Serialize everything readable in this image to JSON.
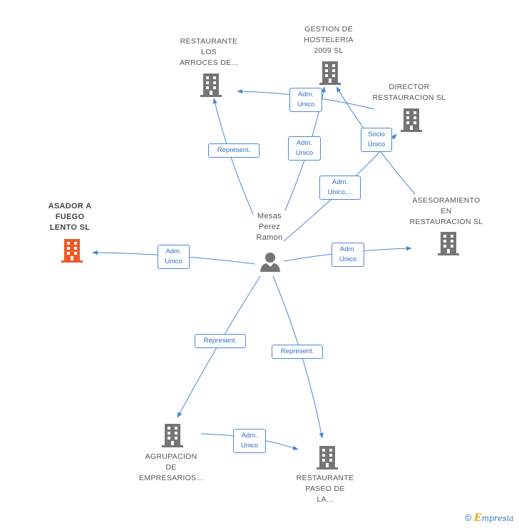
{
  "colors": {
    "edge": "#4a87d8",
    "company_icon": "#757575",
    "focus_icon": "#f05a28",
    "person_icon": "#757575",
    "label": "#555555"
  },
  "person": {
    "lines": [
      "Mesas",
      "Perez",
      "Ramon"
    ]
  },
  "companies": {
    "asador": {
      "lines": [
        "ASADOR A",
        "FUEGO",
        "LENTO SL"
      ]
    },
    "restaurante_arroces": {
      "lines": [
        "RESTAURANTE",
        "LOS",
        "ARROCES DE..."
      ]
    },
    "gestion": {
      "lines": [
        "GESTION DE",
        "HOSTELERIA",
        "2009 SL"
      ]
    },
    "director": {
      "lines": [
        "DIRECTOR",
        "RESTAURACION SL"
      ]
    },
    "asesoramiento": {
      "lines": [
        "ASESORAMIENTO",
        "EN",
        "RESTAURACION SL"
      ]
    },
    "agrupacion": {
      "lines": [
        "AGRUPACION",
        "DE",
        "EMPRESARIOS..."
      ]
    },
    "paseo": {
      "lines": [
        "RESTAURANTE",
        "PASEO DE",
        "LA..."
      ]
    }
  },
  "edges": {
    "to_asador": {
      "lines": [
        "Adm.",
        "Unico"
      ]
    },
    "to_arroces": {
      "lines": [
        "Represent."
      ]
    },
    "director_to_arroces": {
      "lines": [
        "Adm.",
        "Unico"
      ]
    },
    "to_gestion": {
      "lines": [
        "Adm.",
        "Unico"
      ]
    },
    "director_socio": {
      "lines": [
        "Socio",
        "Único"
      ]
    },
    "to_director": {
      "lines": [
        "Adm.",
        "Unico,..."
      ]
    },
    "to_asesoramiento": {
      "lines": [
        "Adm.",
        "Unico"
      ]
    },
    "to_agrupacion": {
      "lines": [
        "Represent."
      ]
    },
    "to_paseo": {
      "lines": [
        "Represent."
      ]
    },
    "agrupacion_to_paseo": {
      "lines": [
        "Adm.",
        "Unico"
      ]
    }
  },
  "footer": {
    "copyright": "©",
    "brand_initial": "E",
    "brand_rest": "mpresia"
  }
}
